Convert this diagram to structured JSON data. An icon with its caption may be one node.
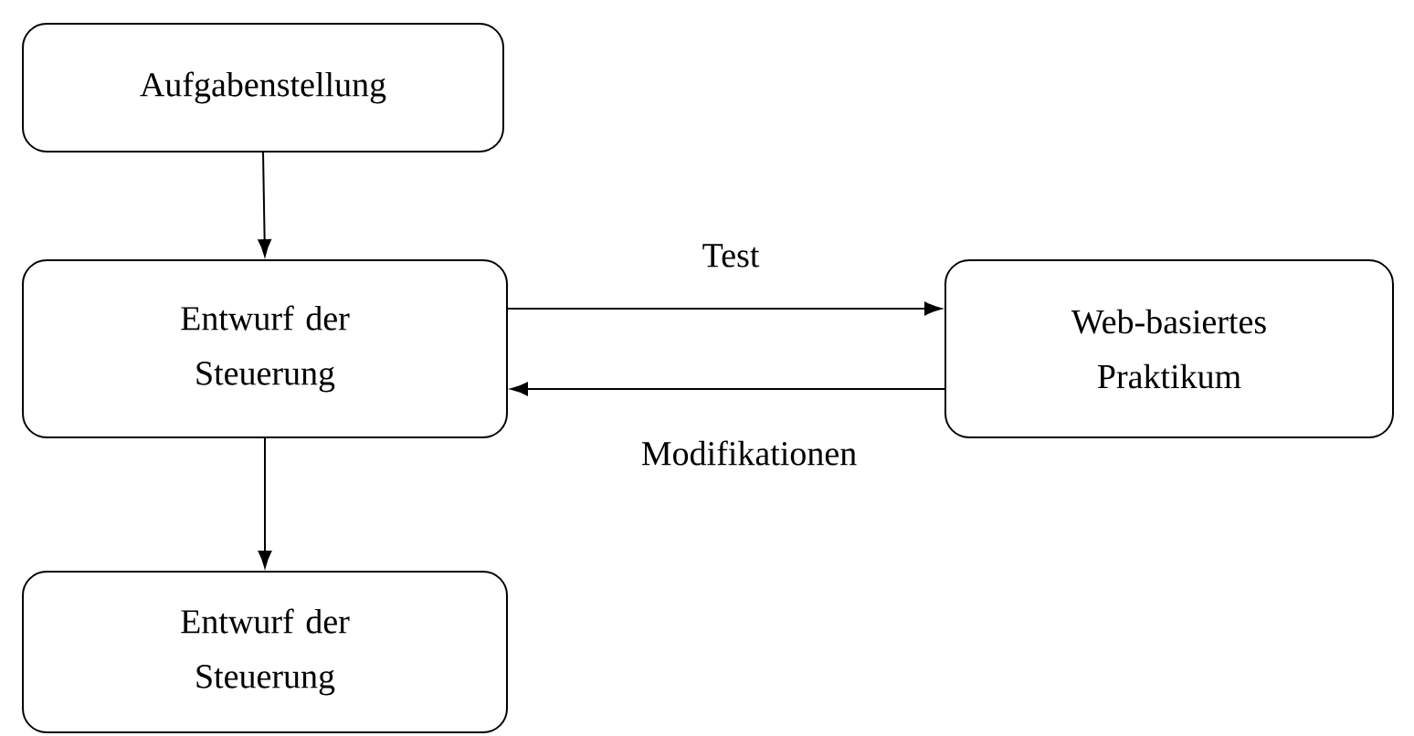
{
  "diagram": {
    "nodes": [
      {
        "text": [
          "Aufgabenstellung"
        ]
      },
      {
        "text": [
          "Entwurf der Steuerung"
        ]
      },
      {
        "text": [
          "Web-basiertes Praktikum"
        ]
      },
      {
        "text": [
          "Entwurf der Steuerung"
        ]
      }
    ],
    "edges": [
      {
        "from": 0,
        "to": 1,
        "arrow": "to"
      },
      {
        "from": 1,
        "to": 2,
        "arrow": "to",
        "label": "Test"
      },
      {
        "from": 2,
        "to": 1,
        "arrow": "to",
        "label": "Modifikationen"
      },
      {
        "from": 1,
        "to": 3,
        "arrow": "to"
      }
    ]
  }
}
